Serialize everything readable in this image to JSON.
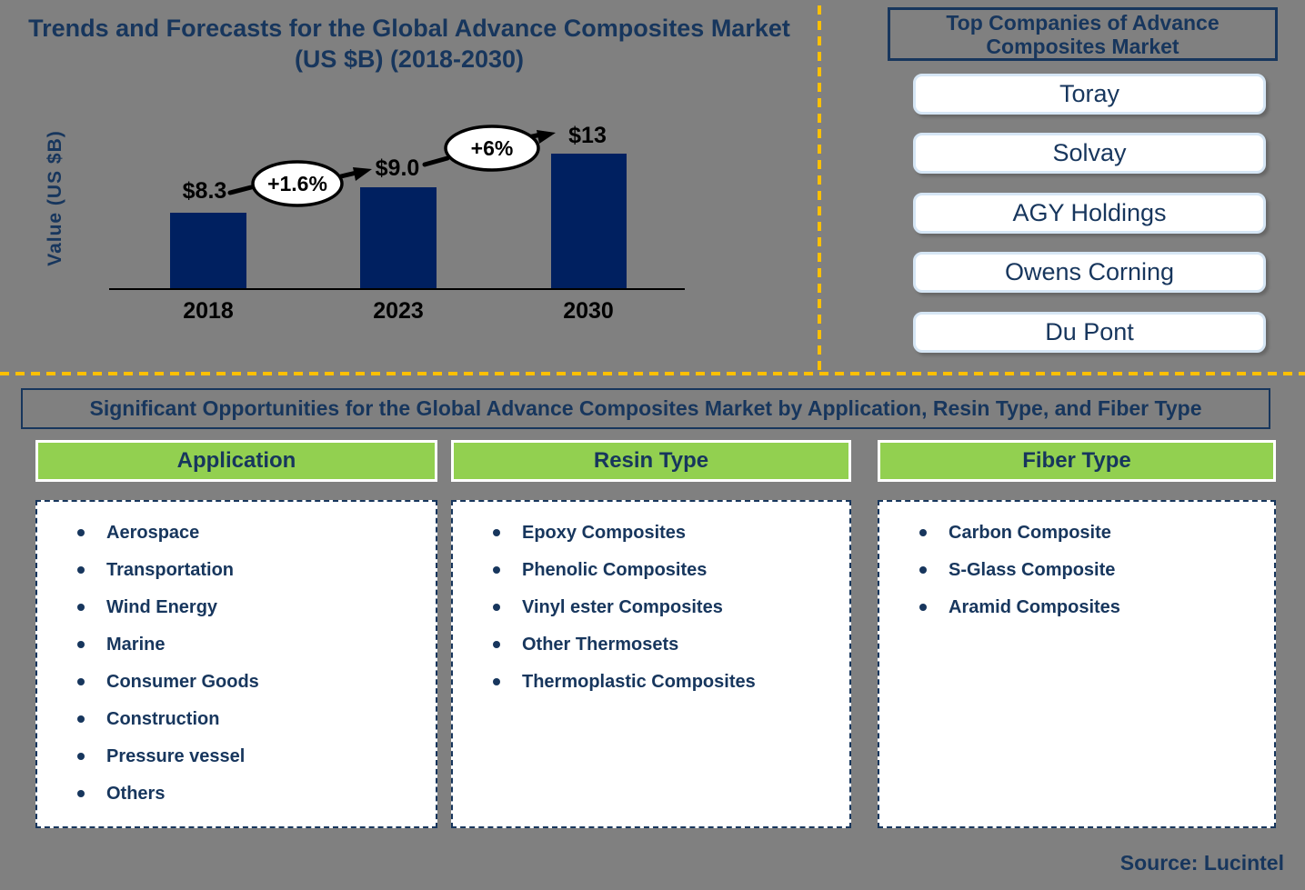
{
  "colors": {
    "background": "#808080",
    "navy_text": "#17365D",
    "bar_fill": "#002060",
    "header_green": "#92D050",
    "divider_gold": "#FFC000",
    "card_border_light_blue": "#D6E6F5"
  },
  "chart": {
    "title_line1": "Trends and Forecasts for the Global Advance Composites Market",
    "title_line2": "(US $B) (2018-2030)"
  },
  "chart_data": {
    "type": "bar",
    "title": "Trends and Forecasts for the Global Advance Composites Market (US $B) (2018-2030)",
    "ylabel": "Value (US $B)",
    "xlabel": "",
    "categories": [
      "2018",
      "2023",
      "2030"
    ],
    "values": [
      8.3,
      9.0,
      13
    ],
    "value_labels": [
      "$8.3",
      "$9.0",
      "$13"
    ],
    "growth_annotations": [
      {
        "from": "2018",
        "to": "2023",
        "label": "+1.6%"
      },
      {
        "from": "2023",
        "to": "2030",
        "label": "+6%"
      }
    ],
    "bar_color": "#002060",
    "grid": false,
    "legend": false
  },
  "top_companies": {
    "title": "Top Companies of Advance Composites Market",
    "companies": [
      "Toray",
      "Solvay",
      "AGY Holdings",
      "Owens Corning",
      "Du Pont"
    ]
  },
  "opportunities": {
    "title": "Significant Opportunities for the Global Advance Composites Market by Application, Resin Type, and Fiber Type",
    "columns": [
      {
        "header": "Application",
        "items": [
          "Aerospace",
          "Transportation",
          "Wind Energy",
          "Marine",
          "Consumer Goods",
          "Construction",
          "Pressure vessel",
          "Others"
        ]
      },
      {
        "header": "Resin Type",
        "items": [
          "Epoxy Composites",
          "Phenolic Composites",
          "Vinyl ester Composites",
          "Other Thermosets",
          "Thermoplastic Composites"
        ]
      },
      {
        "header": "Fiber Type",
        "items": [
          "Carbon Composite",
          "S-Glass Composite",
          "Aramid Composites"
        ]
      }
    ]
  },
  "source": "Source: Lucintel"
}
